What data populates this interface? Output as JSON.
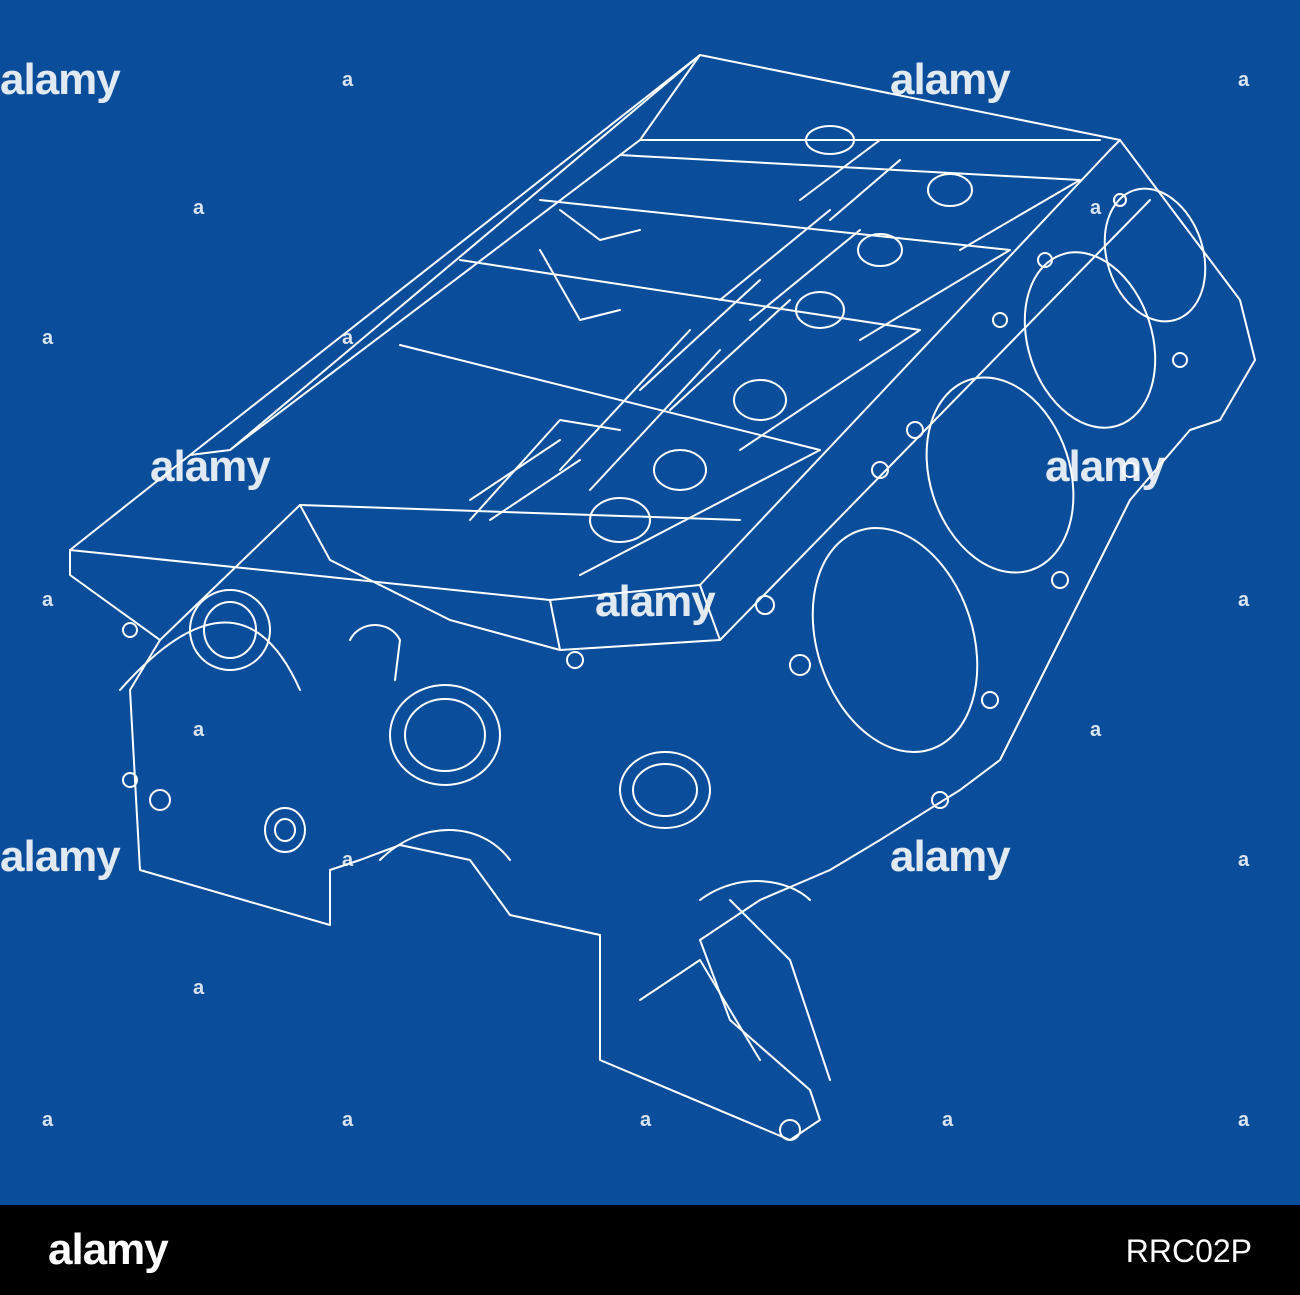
{
  "image": {
    "subject": "engine-block-wireframe",
    "background_color": "#0a4e9b",
    "line_color": "#ffffff"
  },
  "watermark": {
    "text": "alamy",
    "mark": "a"
  },
  "footer": {
    "brand": "alamy",
    "image_id": "RRC02P",
    "background_color": "#000000"
  }
}
